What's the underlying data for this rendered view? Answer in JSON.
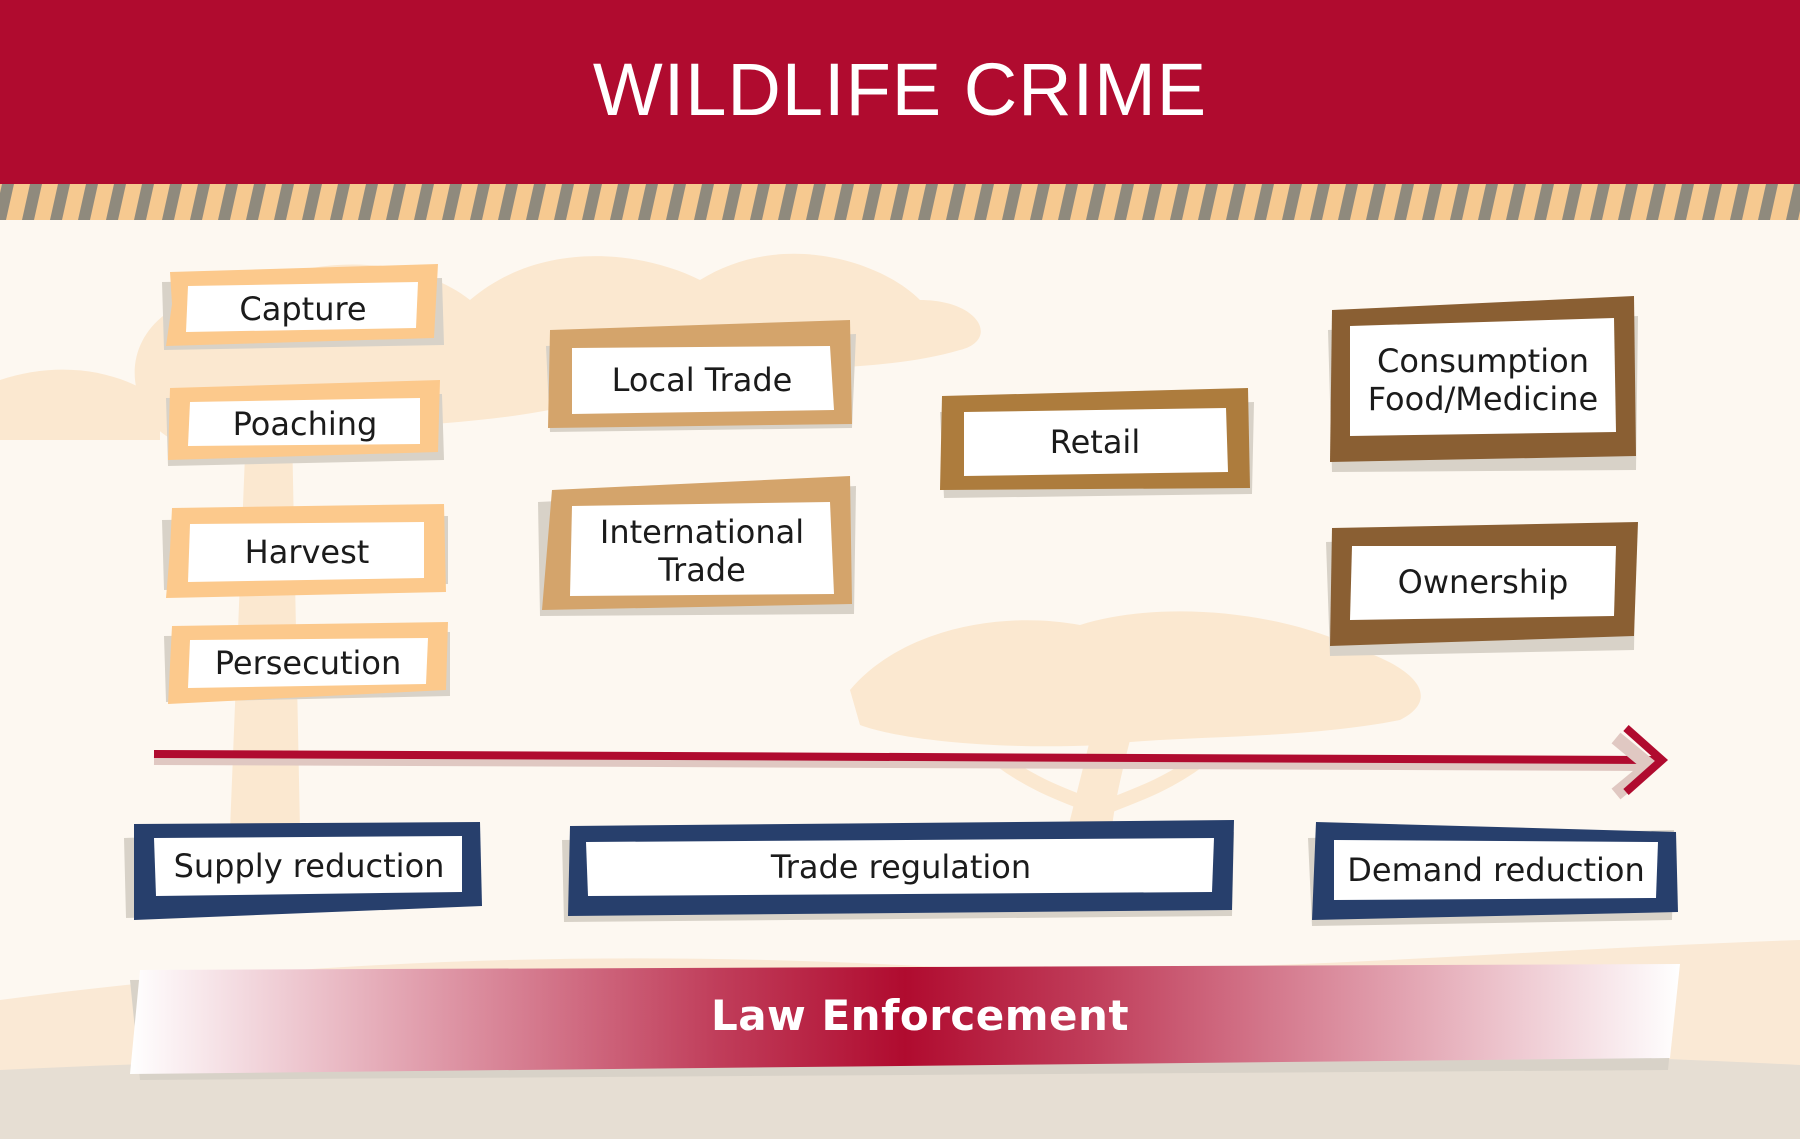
{
  "title": "WILDLIFE CRIME",
  "supply_column": [
    "Capture",
    "Poaching",
    "Harvest",
    "Persecution"
  ],
  "trade_column": {
    "local": "Local Trade",
    "international": [
      "International",
      "Trade"
    ]
  },
  "retail": "Retail",
  "demand_column": {
    "consumption": [
      "Consumption",
      "Food/Medicine"
    ],
    "ownership": "Ownership"
  },
  "responses": {
    "supply": "Supply reduction",
    "trade": "Trade regulation",
    "demand": "Demand reduction"
  },
  "law_enforcement": "Law Enforcement",
  "colors": {
    "header": "#b00b2f",
    "supply_frame": "#fcc98c",
    "trade_frame": "#d4a46b",
    "retail_frame": "#ad7c3d",
    "demand_frame": "#8a5f33",
    "response_frame": "#273f6c",
    "arrow": "#b00b2f"
  }
}
